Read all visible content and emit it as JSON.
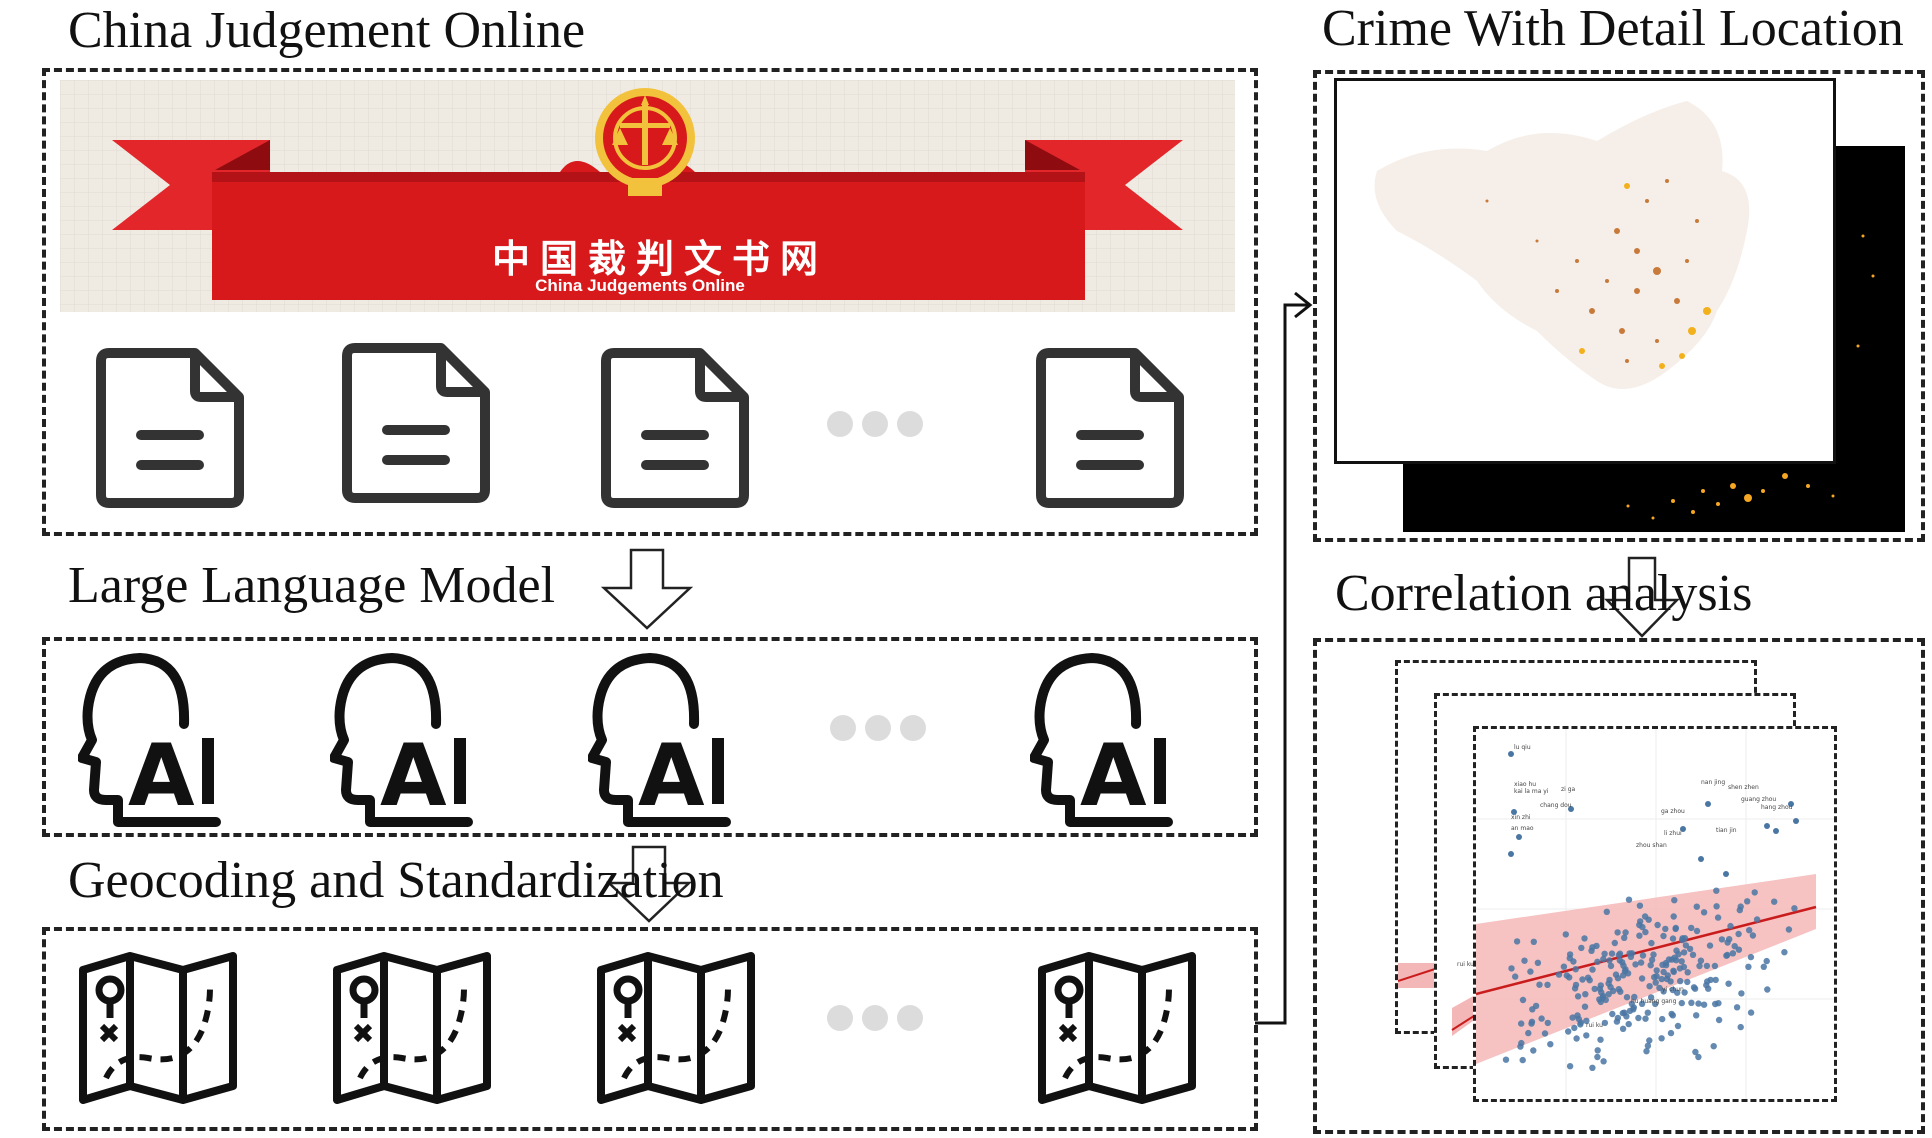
{
  "sections": {
    "judgement": {
      "title": "China Judgement Online"
    },
    "llm": {
      "title": "Large Language Model"
    },
    "geocoding": {
      "title": "Geocoding and Standardization"
    },
    "crime_map": {
      "title": "Crime With Detail Location"
    },
    "correlation": {
      "title": "Correlation analysis"
    }
  },
  "banner": {
    "cn_title": "中国裁判文书网",
    "en_subtitle": "China Judgements Online",
    "colors": {
      "ribbon": "#d7191c",
      "ribbon_dark": "#a10f12",
      "emblem_gold": "#f3c23c",
      "background": "#efebe3"
    }
  },
  "icons": {
    "document": "document-icon",
    "ai_head": "ai-head-icon",
    "map": "folded-map-icon",
    "ellipsis": "ellipsis-icon",
    "arrow": "hollow-down-arrow-icon"
  },
  "ai_icon_text": "AI",
  "scatter": {
    "labels": [
      "lu qiu",
      "xiao hu",
      "kai la ma yi",
      "zi ga",
      "chang dou",
      "xin zhi",
      "an mao",
      "ga zhou",
      "li zhui",
      "zhou shan",
      "nan jing",
      "shen zhen",
      "guang zhou",
      "hang zhou",
      "tian jin",
      "rui ku",
      "yi chun",
      "hu huang gang"
    ],
    "colors": {
      "points": "#4a76a3",
      "fit_line": "#c91c1c",
      "ci_band": "#f4b7b7"
    }
  }
}
